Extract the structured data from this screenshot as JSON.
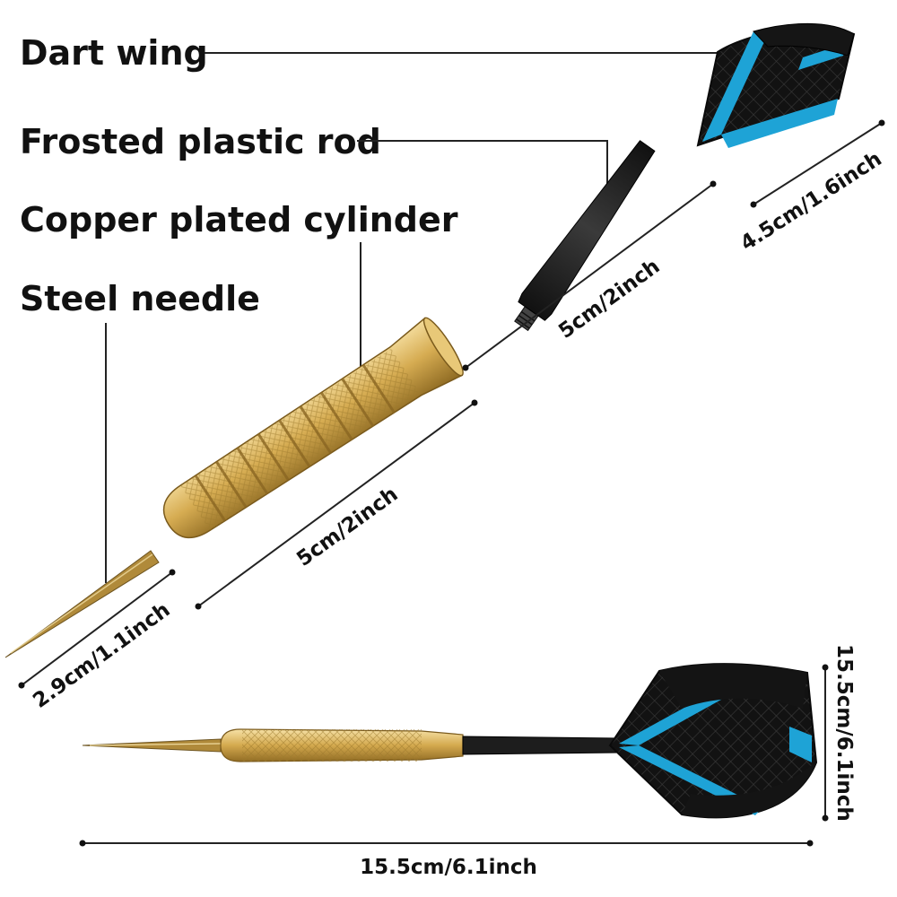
{
  "labels": {
    "dart_wing": "Dart wing",
    "frosted_rod": "Frosted plastic rod",
    "copper_cylinder": "Copper plated cylinder",
    "steel_needle": "Steel needle"
  },
  "dimensions": {
    "wing_width": "4.5cm/1.6inch",
    "rod_length": "5cm/2inch",
    "barrel_length": "5cm/2inch",
    "needle_length": "2.9cm/1.1inch",
    "total_height": "15.5cm/6.1inch",
    "total_length": "15.5cm/6.1inch"
  },
  "colors": {
    "gold": "#c9a040",
    "black": "#1a1a1a",
    "blue": "#1ea3d6"
  }
}
